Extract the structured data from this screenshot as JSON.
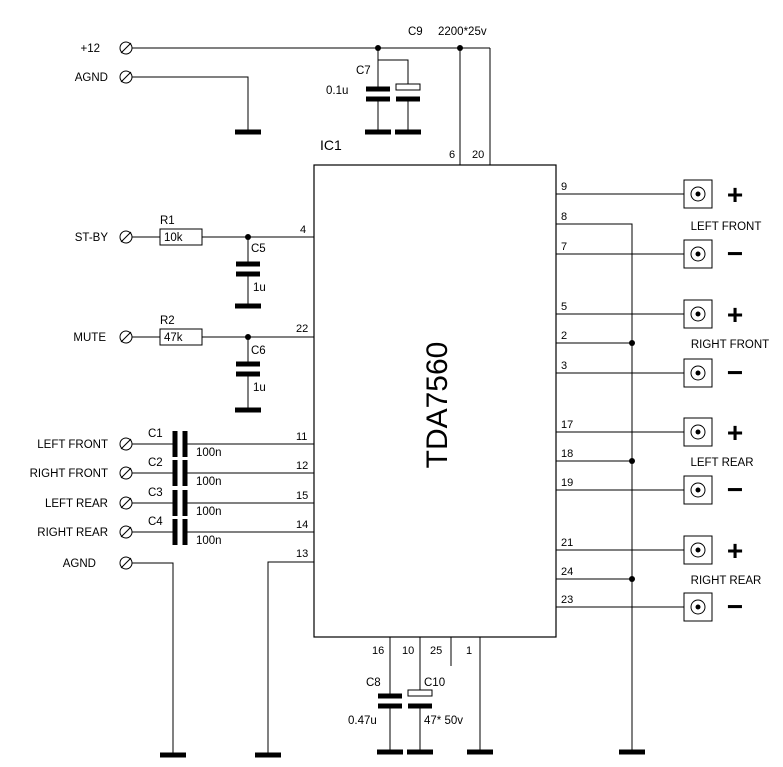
{
  "ic": {
    "ref": "IC1",
    "part": "TDA7560"
  },
  "supply": {
    "plus12": "+12",
    "agnd": "AGND",
    "c7_ref": "C7",
    "c7_val": "0.1u",
    "c9_ref": "C9",
    "c9_val": "2200*25v",
    "pin6": "6",
    "pin20": "20"
  },
  "controls": {
    "stby": "ST-BY",
    "r1_ref": "R1",
    "r1_val": "10k",
    "c5_ref": "C5",
    "c5_val": "1u",
    "pin4": "4",
    "mute": "MUTE",
    "r2_ref": "R2",
    "r2_val": "47k",
    "c6_ref": "C6",
    "c6_val": "1u",
    "pin22": "22"
  },
  "inputs": [
    {
      "label": "LEFT FRONT",
      "cap": "C1",
      "val": "100n",
      "pin": "11"
    },
    {
      "label": "RIGHT FRONT",
      "cap": "C2",
      "val": "100n",
      "pin": "12"
    },
    {
      "label": "LEFT REAR",
      "cap": "C3",
      "val": "100n",
      "pin": "15"
    },
    {
      "label": "RIGHT REAR",
      "cap": "C4",
      "val": "100n",
      "pin": "14"
    }
  ],
  "agnd2": {
    "label": "AGND",
    "pin13": "13"
  },
  "outputs": {
    "pins": [
      "9",
      "8",
      "7",
      "5",
      "2",
      "3",
      "17",
      "18",
      "19",
      "21",
      "24",
      "23"
    ],
    "channels": [
      "LEFT FRONT",
      "RIGHT FRONT",
      "LEFT REAR",
      "RIGHT REAR"
    ],
    "plus": "+",
    "minus": "−"
  },
  "bottom": {
    "pin16": "16",
    "pin10": "10",
    "pin25": "25",
    "pin1": "1",
    "c8_ref": "C8",
    "c8_val": "0.47u",
    "c10_ref": "C10",
    "c10_val": "47* 50v"
  }
}
